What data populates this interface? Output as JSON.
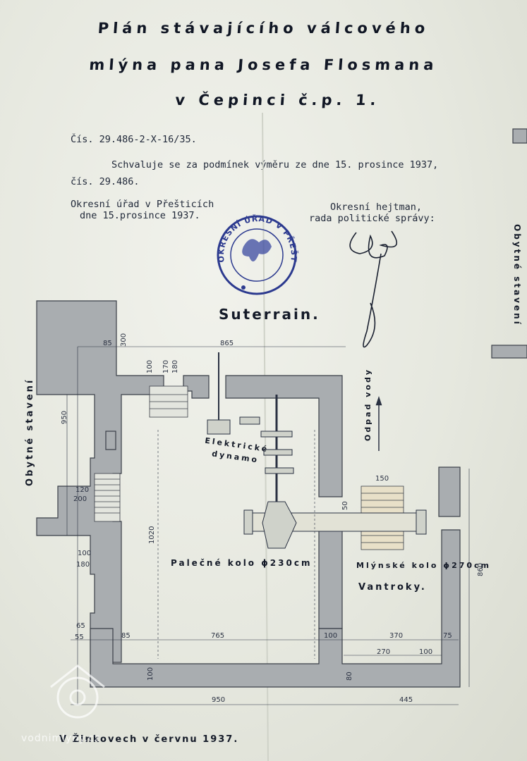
{
  "title": {
    "line1": "Plán stávajícího válcového",
    "line2": "mlýna pana Josefa Flosmana",
    "line3": "v Čepinci č.p. 1."
  },
  "approval": {
    "ref": "Čís. 29.486-2-X-16/35.",
    "approve_text": "Schvaluje se za podmínek výměru ze dne 15. prosince 1937,",
    "approve_num": "čís. 29.486.",
    "office_line1": "Okresní úřad v Přešticích",
    "office_line2": "dne 15.prosince 1937.",
    "chief_line1": "Okresní hejtman,",
    "chief_line2": "rada politické správy:"
  },
  "stamp": {
    "text": "OKRESNÍ ÚŘAD V PŘEŠTICÍCH"
  },
  "plan": {
    "section_title": "Suterrain.",
    "left_side_label": "Obytné stavení",
    "right_side_label": "Obytné stavení",
    "dynamo_label_1": "Elektrické",
    "dynamo_label_2": "dynamo",
    "water_label": "Odpad vody",
    "wheel_1": "Palečné kolo ϕ230cm",
    "wheel_2": "Mlýnské kolo ϕ270cm",
    "vantroky": "Vantroky.",
    "dims": {
      "d85_top": "85",
      "d300": "300",
      "d865": "865",
      "d100a": "100",
      "d170": "170",
      "d180a": "180",
      "d950_left": "950",
      "d120": "120",
      "d200": "200",
      "d1020": "1020",
      "d100b": "100",
      "d180b": "180",
      "d65": "65",
      "d55": "55",
      "d85_bot": "85",
      "d765": "765",
      "d100c": "100",
      "d370": "370",
      "d75": "75",
      "d270": "270",
      "d100d": "100",
      "d150": "150",
      "d50": "50",
      "d860": "860",
      "d100e": "100",
      "d80": "80",
      "d950_bot": "950",
      "d445": "445"
    }
  },
  "footer": "V Žinkovech v červnu 1937.",
  "watermark": "vodnimlyny.cz",
  "colors": {
    "paper": "#e9ebe4",
    "wall": "#a9adb0",
    "ink": "#1d2433",
    "stamp": "#2c3a8f"
  }
}
